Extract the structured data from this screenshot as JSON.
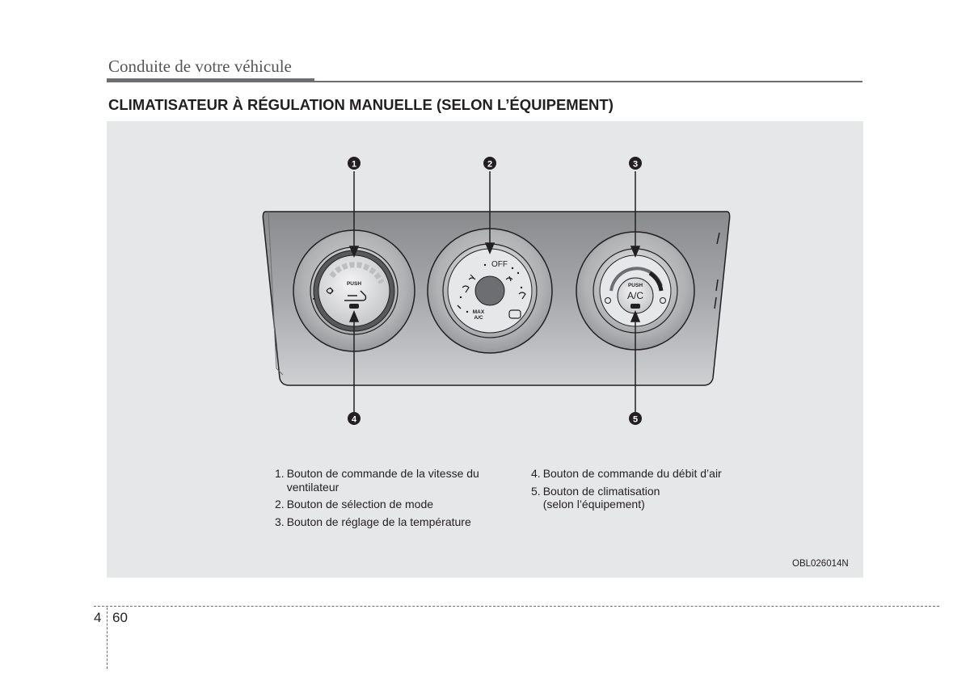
{
  "header": {
    "title": "Conduite de votre véhicule"
  },
  "section": {
    "heading": "CLIMATISATEUR À RÉGULATION MANUELLE (SELON L’ÉQUIPEMENT)"
  },
  "figure": {
    "callouts": [
      "1",
      "2",
      "3",
      "4",
      "5"
    ],
    "knob_labels": {
      "push_left": "PUSH",
      "off": "OFF",
      "max_ac": "MAX\nA/C",
      "push_right": "PUSH",
      "ac": "A/C"
    },
    "code": "OBL026014N"
  },
  "captions": {
    "left": [
      {
        "num": "1.",
        "text": "Bouton de commande de la vitesse du ventilateur"
      },
      {
        "num": "2.",
        "text": "Bouton de sélection de mode"
      },
      {
        "num": "3.",
        "text": "Bouton de réglage de la température"
      }
    ],
    "right": [
      {
        "num": "4.",
        "text": "Bouton de commande du débit d’air"
      },
      {
        "num": "5.",
        "text": "Bouton de climatisation\n(selon l’équipement)"
      }
    ]
  },
  "footer": {
    "chapter": "4",
    "page": "60"
  }
}
